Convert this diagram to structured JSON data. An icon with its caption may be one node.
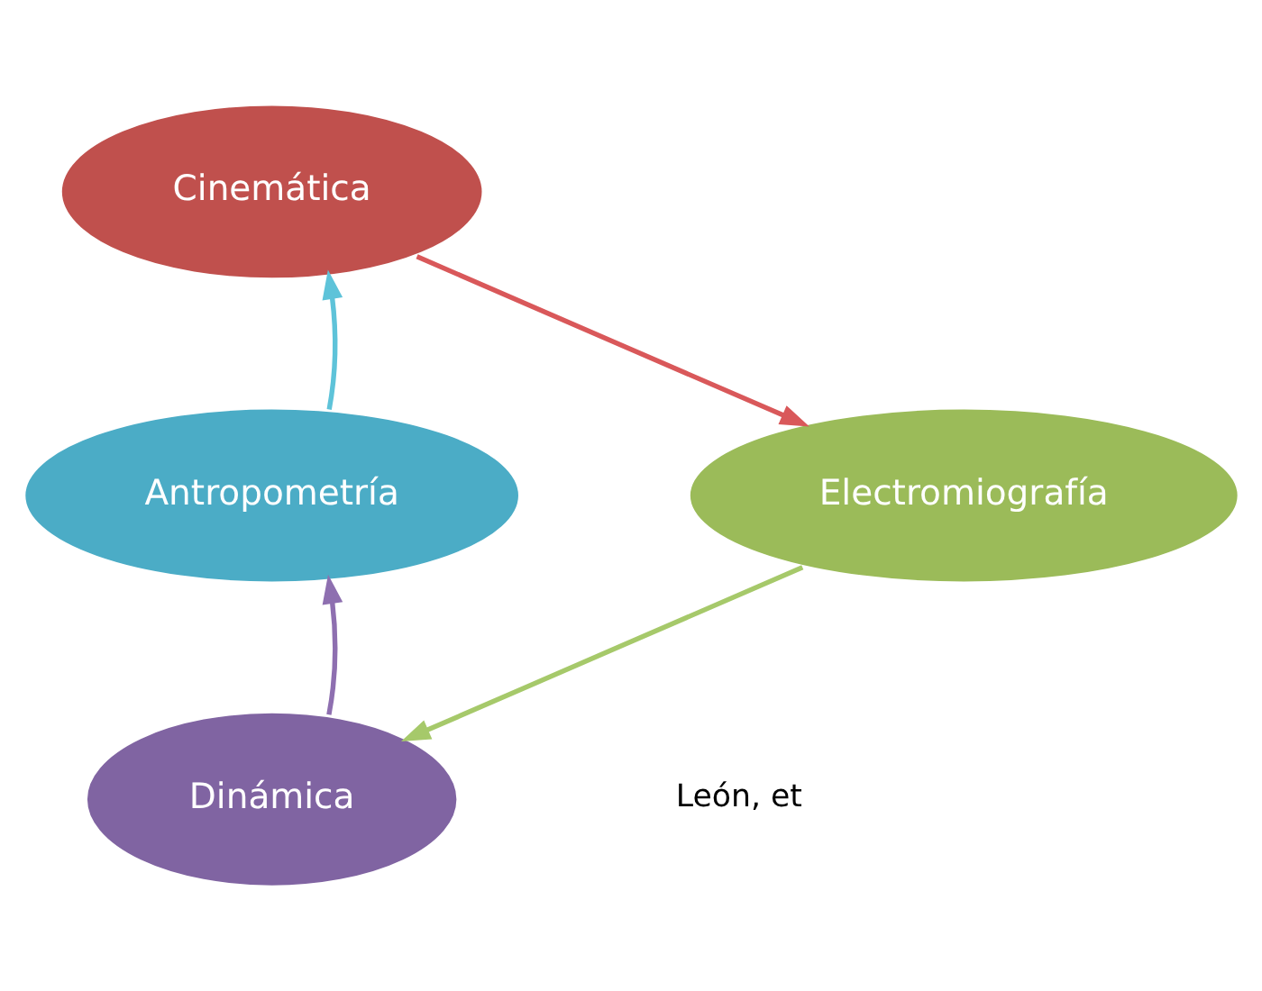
{
  "diagram": {
    "nodes": [
      {
        "text": [
          "Cinemática"
        ]
      },
      {
        "text": [
          "Antropometría"
        ]
      },
      {
        "text": [
          "Electromiografía"
        ]
      },
      {
        "text": [
          "Dinámica"
        ]
      }
    ],
    "edges": [
      {
        "from": 0,
        "to": 2,
        "arrow": "to",
        "color": "#d9585a"
      },
      {
        "from": 2,
        "to": 3,
        "arrow": "to",
        "color": "#a6c96a"
      },
      {
        "from": 3,
        "to": 1,
        "arrow": "to",
        "color": "#8e6fb0"
      },
      {
        "from": 1,
        "to": 0,
        "arrow": "to",
        "color": "#5ec3d9"
      }
    ],
    "labels": [
      "León, et"
    ]
  }
}
